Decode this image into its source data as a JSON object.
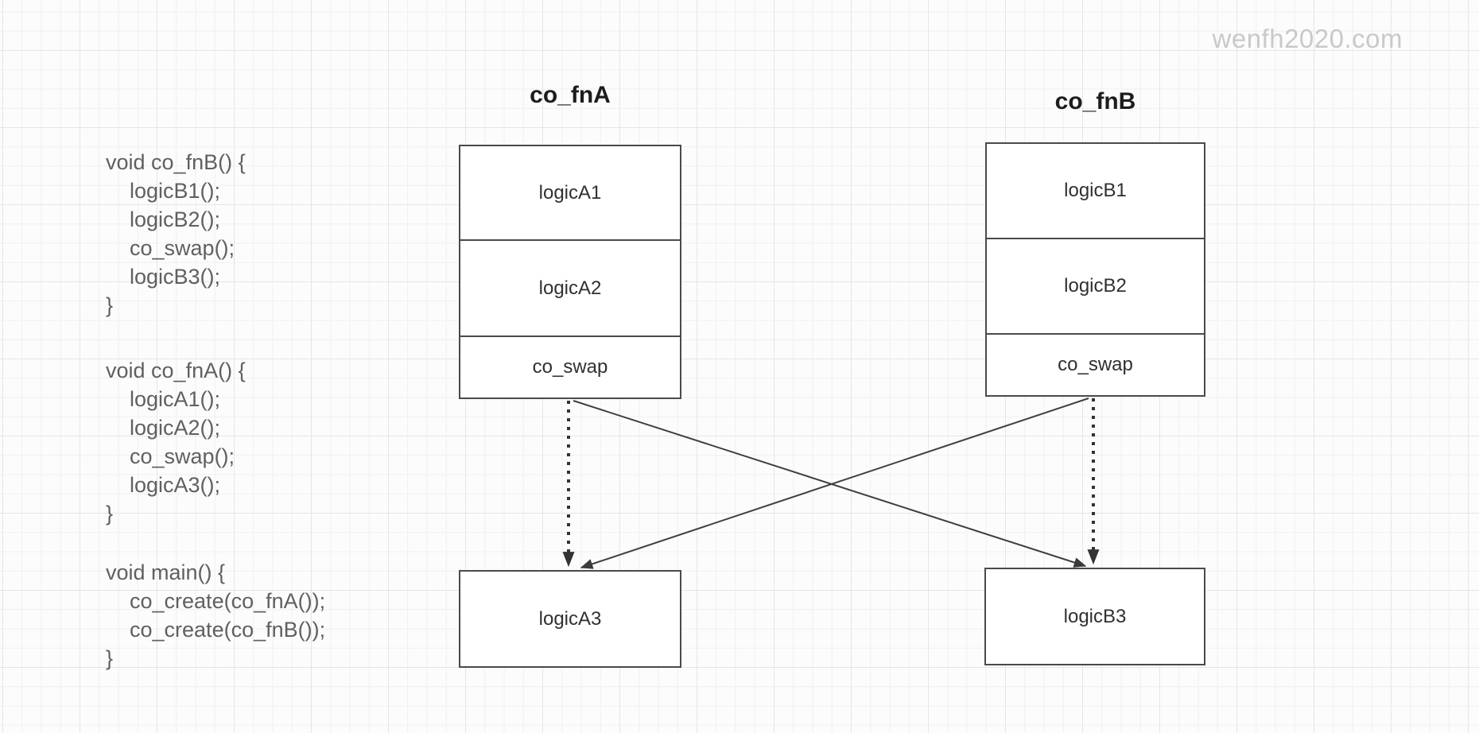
{
  "watermark": "wenfh2020.com",
  "code": {
    "blocks": [
      {
        "lines": [
          "void co_fnB() {",
          "    logicB1();",
          "    logicB2();",
          "    co_swap();",
          "    logicB3();",
          "}"
        ]
      },
      {
        "lines": [
          "void co_fnA() {",
          "    logicA1();",
          "    logicA2();",
          "    co_swap();",
          "    logicA3();",
          "}"
        ]
      },
      {
        "lines": [
          "void main() {",
          "    co_create(co_fnA());",
          "    co_create(co_fnB());",
          "}"
        ]
      }
    ]
  },
  "diagram": {
    "columns": [
      {
        "title": "co_fnA",
        "stack": [
          "logicA1",
          "logicA2",
          "co_swap"
        ],
        "bottom": "logicA3"
      },
      {
        "title": "co_fnB",
        "stack": [
          "logicB1",
          "logicB2",
          "co_swap"
        ],
        "bottom": "logicB3"
      }
    ],
    "edges": [
      {
        "from": "co_fnA.co_swap",
        "to": "logicA3",
        "style": "dotted"
      },
      {
        "from": "co_fnA.co_swap",
        "to": "logicB3",
        "style": "solid"
      },
      {
        "from": "co_fnB.co_swap",
        "to": "logicB3",
        "style": "dotted"
      },
      {
        "from": "co_fnB.co_swap",
        "to": "logicA3",
        "style": "solid"
      }
    ]
  },
  "colors": {
    "background": "#fcfcfd",
    "grid_minor": "#f0f0f3",
    "grid_major": "#e5e5e9",
    "box_border": "#4a4a4a",
    "box_fill": "#ffffff",
    "arrow": "#3a3a3a",
    "code_text": "#606060",
    "title_text": "#1d1d1d",
    "label_text": "#303030",
    "watermark_text": "#c9c9cb"
  }
}
